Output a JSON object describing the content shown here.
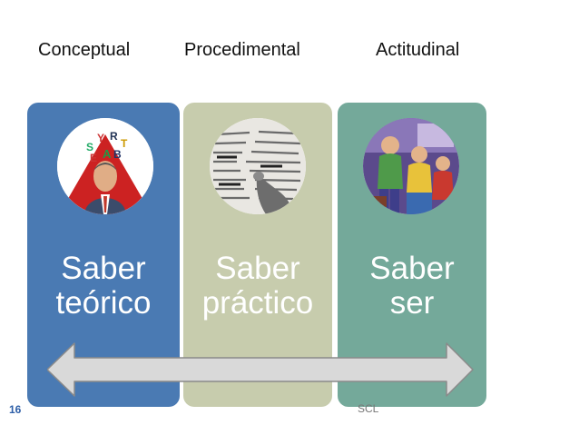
{
  "headers": [
    "Conceptual",
    "Procedimental",
    "Actitudinal"
  ],
  "cards": [
    {
      "line1": "Saber",
      "line2": "teórico",
      "color": "#4a7ab3",
      "text_color": "#ffffff",
      "image": "thinking-man-letters-icon"
    },
    {
      "line1": "Saber",
      "line2": "práctico",
      "color": "#c7ccad",
      "text_color": "#ffffff",
      "image": "dictionary-pointing-icon"
    },
    {
      "line1": "Saber",
      "line2": "ser",
      "color": "#74a99a",
      "text_color": "#ffffff",
      "image": "people-together-icon"
    }
  ],
  "arrow": {
    "color": "#d9d9d9",
    "stroke": "#8a8a8a",
    "icon": "double-arrow-icon"
  },
  "footer": {
    "page_number": "16",
    "label": "SCL"
  }
}
